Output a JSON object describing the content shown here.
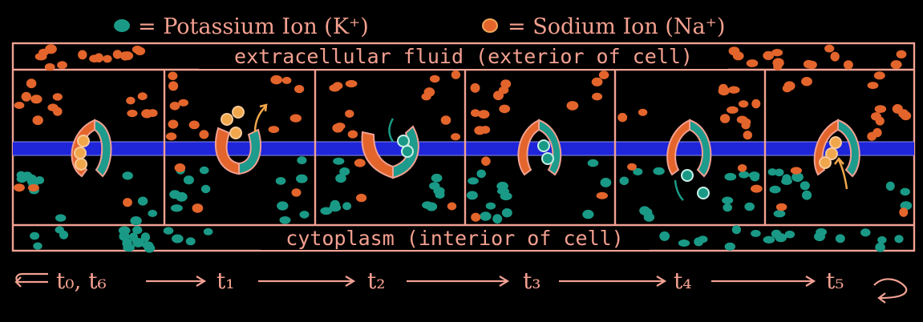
{
  "legend": {
    "potassium": "= Potassium Ion (K⁺)",
    "sodium": "= Sodium Ion (Na⁺)"
  },
  "regions": {
    "exterior": "extracellular fluid (exterior of cell)",
    "interior": "cytoplasm (interior of cell)"
  },
  "timeline": {
    "labels": [
      "t₀, t₆",
      "t₁",
      "t₂",
      "t₃",
      "t₄",
      "t₅"
    ]
  },
  "colors": {
    "background": "#000000",
    "line": "#f1a193",
    "membrane": "#1f25d8",
    "potassium": "#1a9a86",
    "sodium": "#e3652c",
    "pump_orange": "#e3652c",
    "pump_teal": "#1d9b8c"
  }
}
